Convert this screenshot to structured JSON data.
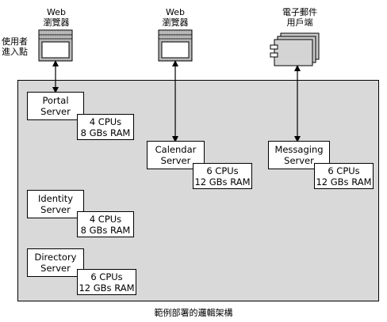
{
  "caption": "範例部署的邏輯架構",
  "entry_point_label": [
    "使用者",
    "進入點"
  ],
  "clients": [
    {
      "line1": "Web",
      "line2": "瀏覽器",
      "icon": "browser-icon"
    },
    {
      "line1": "Web",
      "line2": "瀏覽器",
      "icon": "browser-icon"
    },
    {
      "line1": "電子郵件",
      "line2": "用戶端",
      "icon": "mail-client-icon"
    }
  ],
  "servers": [
    {
      "id": "portal",
      "name": [
        "Portal",
        "Server"
      ],
      "spec": [
        "4 CPUs",
        "8 GBs RAM"
      ]
    },
    {
      "id": "calendar",
      "name": [
        "Calendar",
        "Server"
      ],
      "spec": [
        "6 CPUs",
        "12 GBs RAM"
      ]
    },
    {
      "id": "messaging",
      "name": [
        "Messaging",
        "Server"
      ],
      "spec": [
        "6 CPUs",
        "12 GBs RAM"
      ]
    },
    {
      "id": "identity",
      "name": [
        "Identity",
        "Server"
      ],
      "spec": [
        "4 CPUs",
        "8 GBs RAM"
      ]
    },
    {
      "id": "directory",
      "name": [
        "Directory",
        "Server"
      ],
      "spec": [
        "6 CPUs",
        "12 GBs RAM"
      ]
    }
  ],
  "colors": {
    "region_fill": "#d9d9d9",
    "icon_fill": "#c8c8c8"
  }
}
